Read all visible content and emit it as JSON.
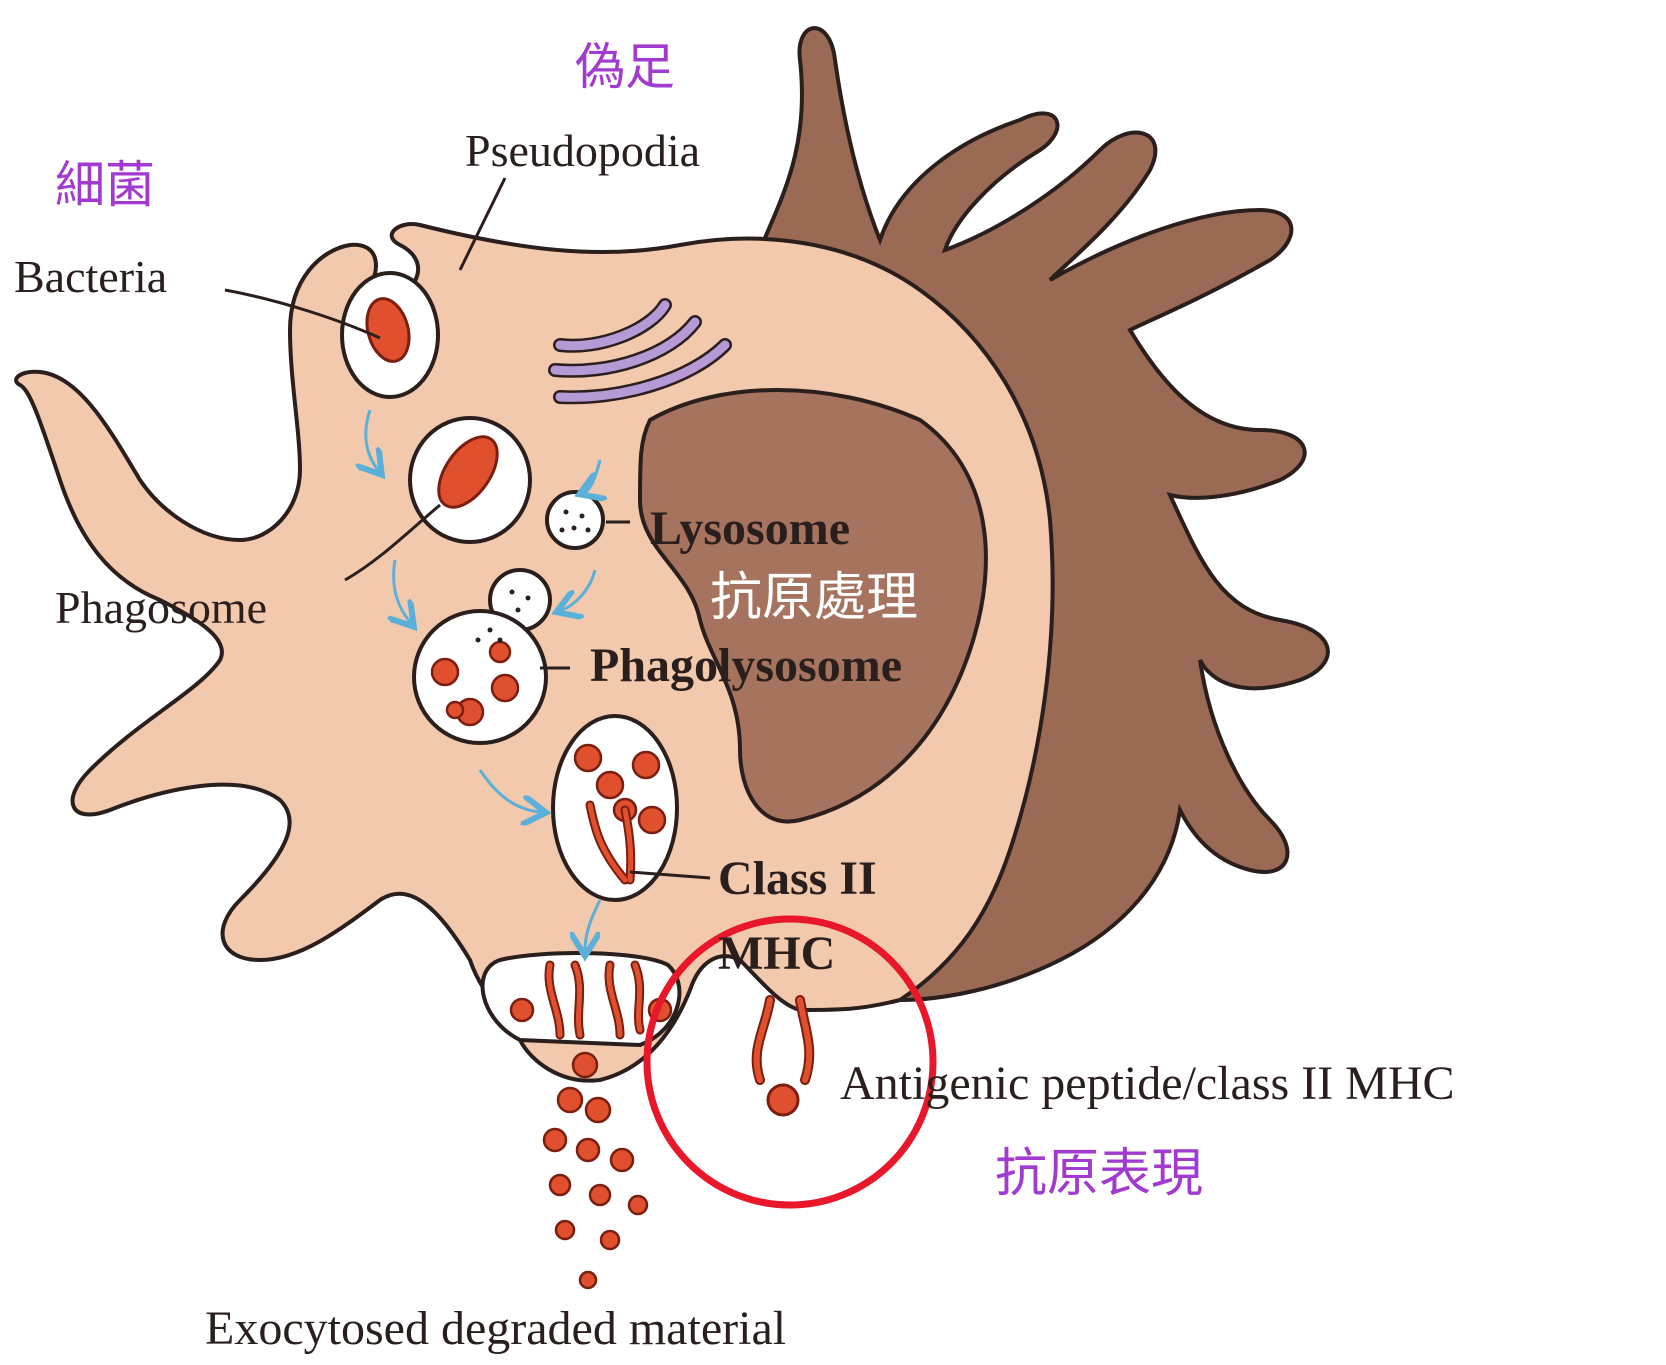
{
  "labels": {
    "bacteria": "Bacteria",
    "pseudopodia": "Pseudopodia",
    "phagosome": "Phagosome",
    "lysosome": "Lysosome",
    "phagolysosome": "Phagolysosome",
    "class_ii": "Class II",
    "mhc": "MHC",
    "antigenic_peptide": "Antigenic peptide/class II MHC",
    "exocytosed": "Exocytosed degraded material"
  },
  "chinese_labels": {
    "bacteria": "細菌",
    "pseudopodia": "偽足",
    "antigen_processing": "抗原處理",
    "antigen_presentation": "抗原表現"
  },
  "colors": {
    "cytoplasm": "#f2c9ad",
    "nucleus": "#a6735f",
    "cell_body_dark": "#9a6a55",
    "bacteria": "#e0502e",
    "golgi": "#b59ad6",
    "arrow": "#5ab0d8",
    "highlight_circle": "#e8182a",
    "chinese_text": "#a23ad0"
  }
}
